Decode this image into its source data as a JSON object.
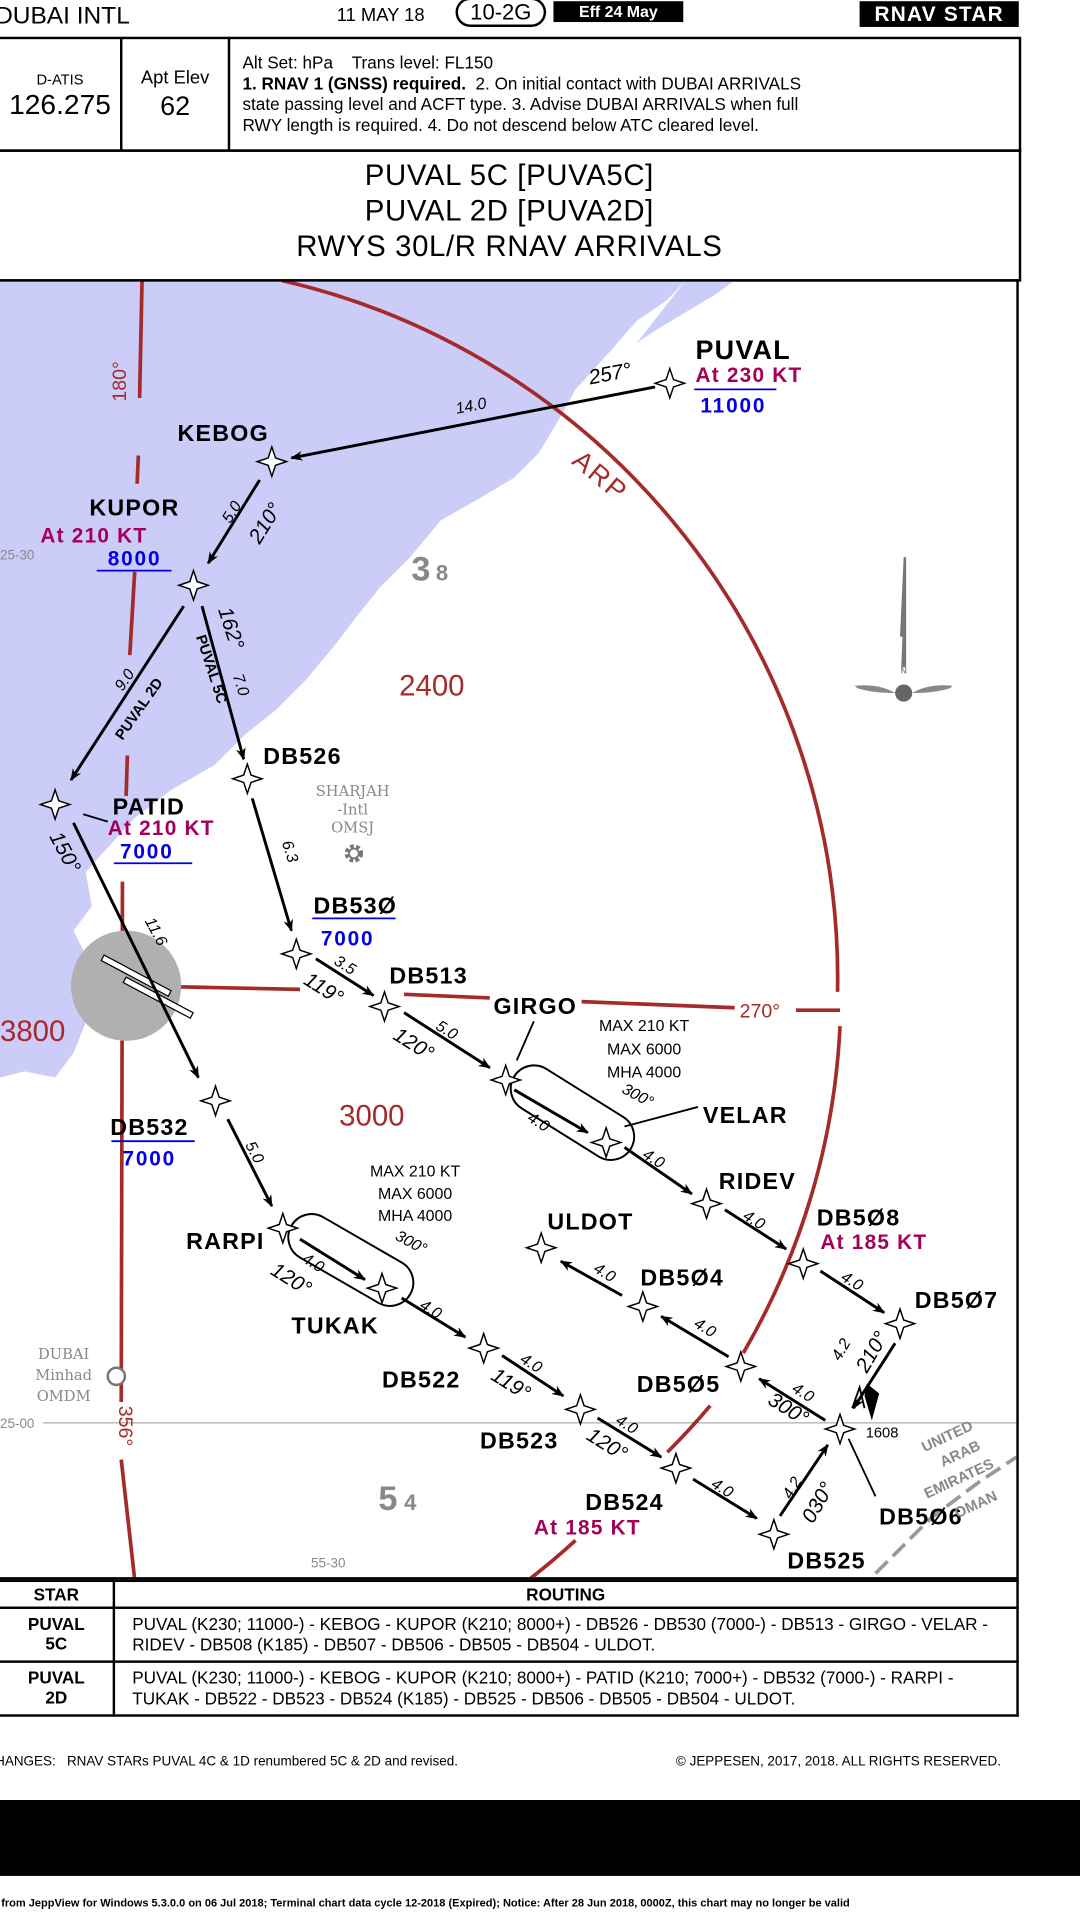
{
  "header": {
    "airport": "DUBAI INTL",
    "date": "11 MAY 18",
    "chart_number": "10-2G",
    "effective": "Eff 24 May",
    "chart_type": "RNAV STAR"
  },
  "info": {
    "datis_label": "D-ATIS",
    "datis_freq": "126.275",
    "elev_label": "Apt Elev",
    "elev_value": "62",
    "notes_line1": "Alt Set: hPa    Trans level: FL150",
    "notes_bold": "1. RNAV 1 (GNSS) required.",
    "notes_line2_rest": "  2. On initial contact with DUBAI ARRIVALS",
    "notes_line3": "state passing level and ACFT type. 3. Advise DUBAI ARRIVALS when full",
    "notes_line4": "RWY length is required. 4. Do not descend below ATC cleared level."
  },
  "title": {
    "line1": "PUVAL 5C [PUVA5C]",
    "line2": "PUVAL 2D [PUVA2D]",
    "line3": "RWYS 30L/R RNAV ARRIVALS"
  },
  "map": {
    "waypoints": {
      "puval": {
        "name": "PUVAL",
        "speed": "At 230 KT",
        "alt": "11000"
      },
      "kebog": {
        "name": "KEBOG"
      },
      "kupor": {
        "name": "KUPOR",
        "speed": "At 210 KT",
        "alt": "8000"
      },
      "patid": {
        "name": "PATID",
        "speed": "At 210 KT",
        "alt": "7000"
      },
      "db526": {
        "name": "DB526"
      },
      "db530": {
        "name": "DB53Ø",
        "alt": "7000"
      },
      "db513": {
        "name": "DB513"
      },
      "girgo": {
        "name": "GIRGO"
      },
      "velar": {
        "name": "VELAR"
      },
      "ridev": {
        "name": "RIDEV"
      },
      "db508": {
        "name": "DB5Ø8",
        "speed": "At 185 KT"
      },
      "db507": {
        "name": "DB5Ø7"
      },
      "db506": {
        "name": "DB5Ø6"
      },
      "db505": {
        "name": "DB5Ø5"
      },
      "db504": {
        "name": "DB5Ø4"
      },
      "uldot": {
        "name": "ULDOT"
      },
      "db532": {
        "name": "DB532",
        "alt": "7000"
      },
      "rarpi": {
        "name": "RARPI"
      },
      "tukak": {
        "name": "TUKAK"
      },
      "db522": {
        "name": "DB522"
      },
      "db523": {
        "name": "DB523"
      },
      "db524": {
        "name": "DB524",
        "speed": "At 185 KT"
      },
      "db525": {
        "name": "DB525"
      }
    },
    "legs": {
      "puval_kebog_dist": "14.0",
      "puval_kebog_crs": "257°",
      "kebog_kupor_dist": "5.0",
      "kebog_kupor_crs": "210°",
      "kupor_db526_crs": "162°",
      "kupor_db526_dist": "7.0",
      "route_5c": "PUVAL 5C",
      "kupor_patid_dist": "9.0",
      "route_2d": "PUVAL 2D",
      "patid_db532_crs": "150°",
      "patid_db532_dist": "11.6",
      "db526_db530_dist": "6.3",
      "db530_db513_dist": "3.5",
      "db530_db513_crs": "119°",
      "db513_girgo_dist": "5.0",
      "db513_girgo_crs": "120°",
      "girgo_velar_dist": "4.0",
      "velar_ridev_dist": "4.0",
      "ridev_db508_dist": "4.0",
      "db508_db507_dist": "4.0",
      "db507_db506_dist": "4.2",
      "db507_db506_crs": "210°",
      "db506_db505_dist": "4.0",
      "db506_db505_crs": "300°",
      "db505_db504_dist": "4.0",
      "db504_uldot_dist": "4.0",
      "db532_rarpi_dist": "5.0",
      "rarpi_tukak_dist": "4.0",
      "rarpi_tukak_crs": "120°",
      "tukak_db522_dist": "4.0",
      "db522_db523_dist": "4.0",
      "db522_db523_crs": "119°",
      "db523_db524_dist": "4.0",
      "db523_db524_crs": "120°",
      "db524_db525_dist": "4.0",
      "db525_db506_dist": "4.2",
      "db525_db506_crs": "030°"
    },
    "holds": {
      "girgo": {
        "l1": "MAX 210 KT",
        "l2": "MAX 6000",
        "l3": "MHA 4000",
        "crs": "300°"
      },
      "rarpi": {
        "l1": "MAX 210 KT",
        "l2": "MAX 6000",
        "l3": "MHA 4000",
        "crs": "300°"
      }
    },
    "msa": {
      "a": "2400",
      "b": "3800",
      "c": "3000"
    },
    "grid_numbers": {
      "g1_big": "3",
      "g1_small": "8",
      "g2_big": "5",
      "g2_small": "4"
    },
    "arp_label": "ARP",
    "radial_180": "180°",
    "radial_356": "356°",
    "radial_270": "270°",
    "lat_2530": "25-30",
    "lat_2500": "25-00",
    "lon_5530": "55-30",
    "sharjah": {
      "l1": "SHARJAH",
      "l2": "-Intl",
      "l3": "OMSJ"
    },
    "minhad": {
      "l1": "DUBAI",
      "l2": "Minhad",
      "l3": "OMDM"
    },
    "obstacle": "1608",
    "uae": {
      "l1": "UNITED",
      "l2": "ARAB",
      "l3": "EMIRATES"
    },
    "oman": "OMAN",
    "north": "N",
    "colors": {
      "water": "#ccccf8",
      "red": "#a52a2a",
      "speed": "#a3005a",
      "alt": "#0000e6"
    }
  },
  "routing": {
    "header_star": "STAR",
    "header_routing": "ROUTING",
    "rows": [
      {
        "star": "PUVAL 5C",
        "routing": "PUVAL (K230; 11000-) - KEBOG - KUPOR (K210; 8000+) - DB526 - DB530 (7000-) - DB513 - GIRGO - VELAR - RIDEV - DB508 (K185) - DB507 - DB506 - DB505 - DB504 - ULDOT."
      },
      {
        "star": "PUVAL 2D",
        "routing": "PUVAL (K230; 11000-) - KEBOG - KUPOR (K210; 8000+) - PATID (K210; 7000+) - DB532 (7000-) - RARPI - TUKAK - DB522 - DB523 - DB524 (K185) - DB525 - DB506 - DB505 - DB504 - ULDOT."
      }
    ]
  },
  "footer": {
    "changes": "HANGES:   RNAV STARs PUVAL 4C & 1D renumbered 5C & 2D and revised.",
    "copyright": "© JEPPESEN, 2017, 2018. ALL RIGHTS RESERVED.",
    "printed": "l from JeppView for Windows 5.3.0.0 on 06 Jul 2018; Terminal chart data cycle 12-2018 (Expired); Notice: After 28 Jun 2018, 0000Z, this chart may no longer be valid"
  }
}
